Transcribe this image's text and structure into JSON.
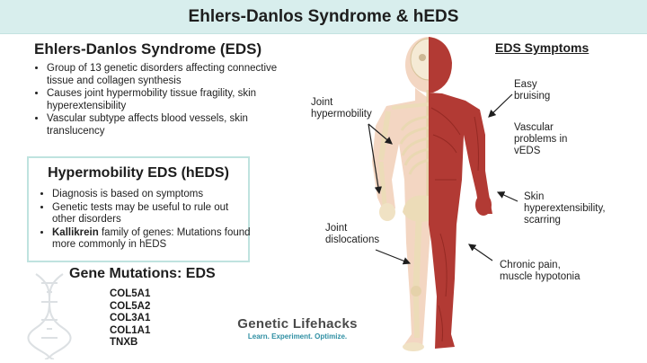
{
  "header": {
    "title": "Ehlers-Danlos Syndrome & hEDS"
  },
  "eds": {
    "title": "Ehlers-Danlos Syndrome (EDS)",
    "bullets": [
      "Group of 13 genetic disorders affecting connective tissue and collagen synthesis",
      "Causes joint hypermobility tissue fragility, skin hyperextensibility",
      "Vascular subtype affects blood vessels, skin translucency"
    ]
  },
  "heds": {
    "title": "Hypermobility EDS (hEDS)",
    "bullets": [
      {
        "bold": "",
        "text": "Diagnosis is based on symptoms"
      },
      {
        "bold": "",
        "text": "Genetic tests may be useful to rule out other disorders"
      },
      {
        "bold": "Kallikrein",
        "text": " family of genes: Mutations found more commonly in hEDS"
      }
    ]
  },
  "genes": {
    "title": "Gene Mutations: EDS",
    "items": [
      "COL5A1",
      "COL5A2",
      "COL3A1",
      "COL1A1",
      "TNXB"
    ]
  },
  "logo": {
    "name": "Genetic Lifehacks",
    "tagline": "Learn. Experiment. Optimize."
  },
  "symptoms": {
    "title": "EDS Symptoms",
    "joint_hypermobility": "Joint hypermobility",
    "easy_bruising": "Easy bruising",
    "vascular": "Vascular problems in vEDS",
    "skin": "Skin hyperextensibility, scarring",
    "joint_dislocations": "Joint dislocations",
    "chronic_pain": "Chronic pain, muscle hypotonia"
  },
  "colors": {
    "header_bg": "#d8eeed",
    "box_border": "#bfe3df",
    "bone": "#f1e3c6",
    "muscle": "#b23a34",
    "skin": "#f3d6c2",
    "tagline": "#2f8fa3"
  }
}
